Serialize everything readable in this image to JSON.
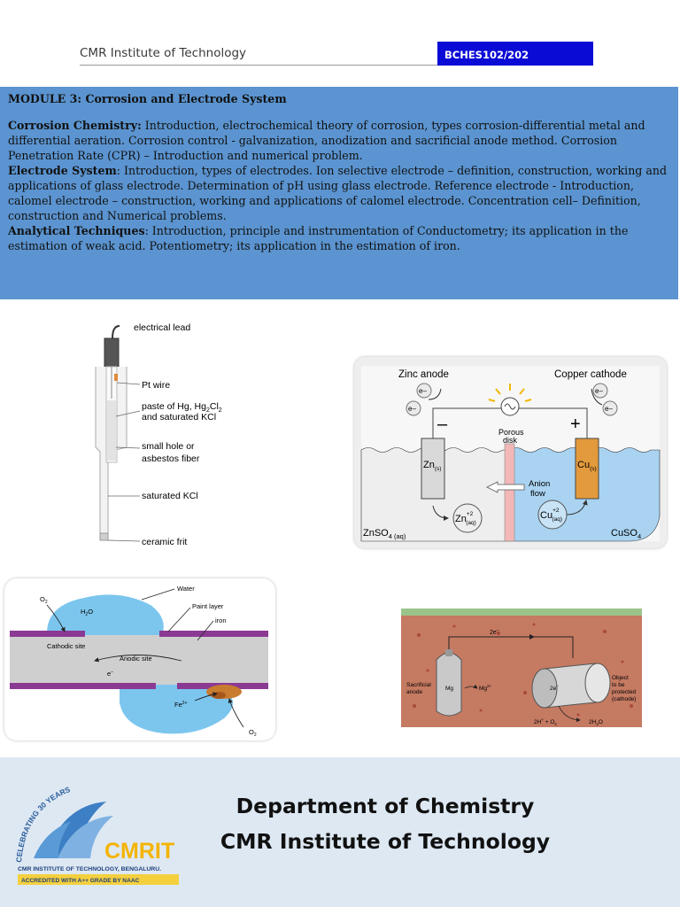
{
  "header": {
    "institute": "CMR Institute of Technology",
    "course_code": "BCHES102/202"
  },
  "module": {
    "title": "MODULE 3: Corrosion and Electrode System",
    "sections": [
      {
        "heading": "Corrosion Chemistry:",
        "text": " Introduction, electrochemical theory of corrosion, types corrosion-differential metal and differential aeration. Corrosion control - galvanization, anodization and sacrificial anode method. Corrosion Penetration Rate (CPR) – Introduction and numerical problem."
      },
      {
        "heading": "Electrode System",
        "text": ": Introduction, types of electrodes. Ion selective electrode – definition, construction, working and applications of glass electrode. Determination of pH using glass electrode. Reference electrode - Introduction, calomel electrode – construction, working and applications of calomel electrode. Concentration cell– Definition, construction and Numerical problems."
      },
      {
        "heading": "Analytical Techniques",
        "text": ": Introduction, principle and instrumentation of Conductometry; its application in the estimation of weak acid. Potentiometry; its application in the estimation of iron."
      }
    ]
  },
  "calomel_figure": {
    "labels": {
      "lead": "electrical lead",
      "pt": "Pt wire",
      "paste_1": "paste of Hg, Hg",
      "paste_sub_2": "2",
      "paste_cl": "Cl",
      "paste_sub_2b": "2",
      "paste_2": "and saturated KCl",
      "hole_1": "small hole or",
      "hole_2": "asbestos fiber",
      "kcl": "saturated KCl",
      "frit": "ceramic frit"
    }
  },
  "cell_figure": {
    "labels": {
      "anode": "Zinc anode",
      "cathode": "Copper cathode",
      "electron": "e–",
      "minus": "–",
      "plus": "+",
      "porous_1": "Porous",
      "porous_2": "disk",
      "anion_1": "Anion",
      "anion_2": "flow",
      "zn": "Zn",
      "zn_sub": "(s)",
      "cu": "Cu",
      "cu_sub": "(s)",
      "zn_ion": "Zn",
      "zn_ion_sup": "+2",
      "zn_ion_sub": "(aq)",
      "cu_ion": "Cu",
      "cu_ion_sup": "+2",
      "cu_ion_sub": "(aq)",
      "znso4": "ZnSO",
      "znso4_sub": "4 (aq)",
      "cuso4": "CuSO",
      "cuso4_sub": "4"
    }
  },
  "paint_figure": {
    "labels": {
      "water": "Water",
      "paint": "Paint layer",
      "iron": "iron",
      "o2": "O",
      "o2_sub": "2",
      "h2o": "H",
      "h2o_sub": "2",
      "h2o_end": "O",
      "cathodic": "Cathodic site",
      "anodic": "Anodic site",
      "electron": "e",
      "electron_sup": "–",
      "fe": "Fe",
      "fe_sup": "2+",
      "o_bottom": "O",
      "o_bottom_sub": "2"
    }
  },
  "sacrificial_figure": {
    "labels": {
      "electron": "2e",
      "electron_sup": "–",
      "sac_1": "Sacrificial",
      "sac_2": "anode",
      "mg": "Mg",
      "mg_ion": "Mg",
      "mg_ion_sup": "2+",
      "e_pipe": "2e",
      "e_pipe_sup": "–",
      "obj_1": "Object",
      "obj_2": "to be",
      "obj_3": "protected",
      "obj_4": "(cathode)",
      "reaction": "2H",
      "reaction_sup": "+",
      "reaction_mid": " + O",
      "reaction_sub": "2",
      "product": "2H",
      "product_sub": "2",
      "product_end": "O"
    }
  },
  "footer": {
    "logo": {
      "arc_text": "CELEBRATING 30 YEARS",
      "brand": "CMRIT",
      "subtitle": "CMR INSTITUTE OF TECHNOLOGY, BENGALURU.",
      "accreditation": "ACCREDITED WITH A++ GRADE BY NAAC"
    },
    "department": "Department of Chemistry",
    "institute": "CMR Institute of Technology"
  },
  "colors": {
    "module_bg": "#5b94d0",
    "code_box_bg": "#0b0bd6",
    "footer_bg": "#dde8f3",
    "zinc": "#d9d9d9",
    "copper": "#e39a3c",
    "paint": "#8b3a93",
    "water": "#7cc6ee"
  }
}
